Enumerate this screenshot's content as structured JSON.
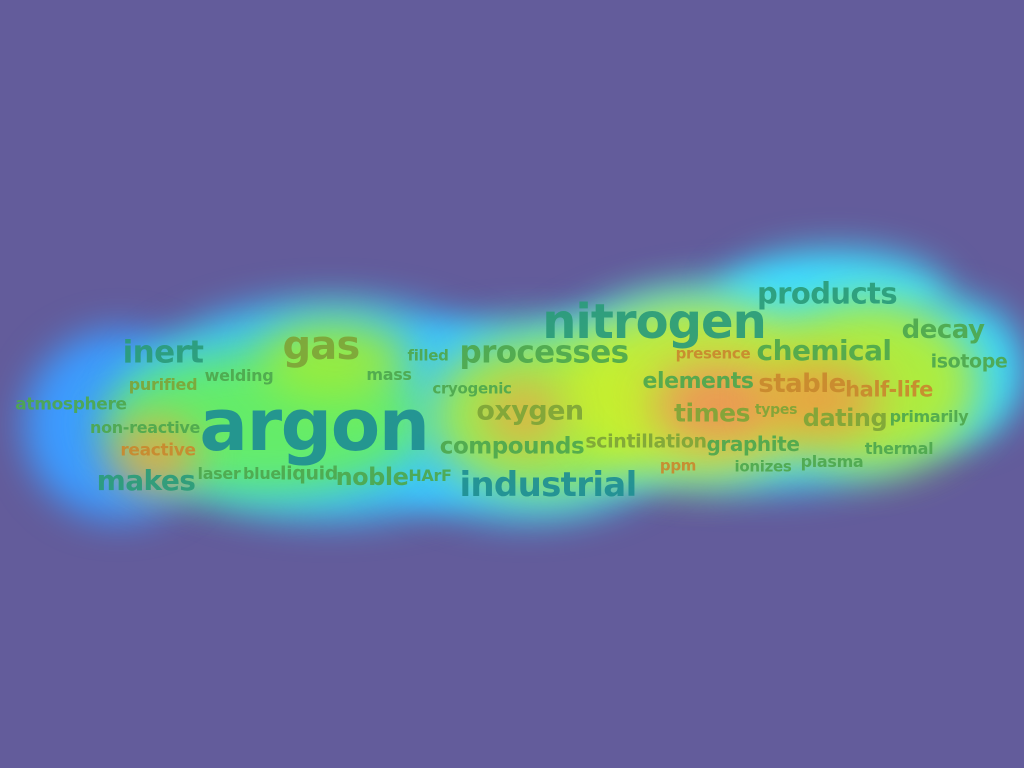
{
  "word_cloud": {
    "words": [
      {
        "text": "argon",
        "color": "#1f8f93"
      },
      {
        "text": "nitrogen",
        "color": "#2b9c7a"
      },
      {
        "text": "industrial",
        "color": "#1f8f93"
      },
      {
        "text": "processes",
        "color": "#4ea84e"
      },
      {
        "text": "gas",
        "color": "#7ea538"
      },
      {
        "text": "products",
        "color": "#2b9c7a"
      },
      {
        "text": "chemical",
        "color": "#4ea84e"
      },
      {
        "text": "inert",
        "color": "#2b9c7a"
      },
      {
        "text": "decay",
        "color": "#4ea84e"
      },
      {
        "text": "oxygen",
        "color": "#7ea538"
      },
      {
        "text": "compounds",
        "color": "#4ea84e"
      },
      {
        "text": "makes",
        "color": "#2b9c7a"
      },
      {
        "text": "elements",
        "color": "#4ea84e"
      },
      {
        "text": "stable",
        "color": "#c9892e"
      },
      {
        "text": "times",
        "color": "#7ea538"
      },
      {
        "text": "dating",
        "color": "#7ea538"
      },
      {
        "text": "noble",
        "color": "#4ea84e"
      },
      {
        "text": "isotope",
        "color": "#4ea84e"
      },
      {
        "text": "half-life",
        "color": "#c9892e"
      },
      {
        "text": "graphite",
        "color": "#4ea84e"
      },
      {
        "text": "scintillation",
        "color": "#7ea538"
      },
      {
        "text": "atmosphere",
        "color": "#4ea84e"
      },
      {
        "text": "liquid",
        "color": "#4ea84e"
      },
      {
        "text": "reactive",
        "color": "#c9892e"
      },
      {
        "text": "non-reactive",
        "color": "#4ea84e"
      },
      {
        "text": "purified",
        "color": "#7ea538"
      },
      {
        "text": "welding",
        "color": "#4ea84e"
      },
      {
        "text": "filled",
        "color": "#4ea84e"
      },
      {
        "text": "mass",
        "color": "#4ea84e"
      },
      {
        "text": "cryogenic",
        "color": "#4ea84e"
      },
      {
        "text": "presence",
        "color": "#c9892e"
      },
      {
        "text": "types",
        "color": "#7ea538"
      },
      {
        "text": "primarily",
        "color": "#4ea84e"
      },
      {
        "text": "thermal",
        "color": "#4ea84e"
      },
      {
        "text": "plasma",
        "color": "#4ea84e"
      },
      {
        "text": "ionizes",
        "color": "#4ea84e"
      },
      {
        "text": "ppm",
        "color": "#c9892e"
      },
      {
        "text": "laser",
        "color": "#4ea84e"
      },
      {
        "text": "blue",
        "color": "#4ea84e"
      },
      {
        "text": "HArF",
        "color": "#4ea84e"
      }
    ]
  },
  "heatmap": {
    "scale_colors": [
      "#635c9b",
      "#3aa0ff",
      "#33d6ff",
      "#66ff66",
      "#e6f21f",
      "#f6b43a",
      "#f58a54"
    ]
  }
}
